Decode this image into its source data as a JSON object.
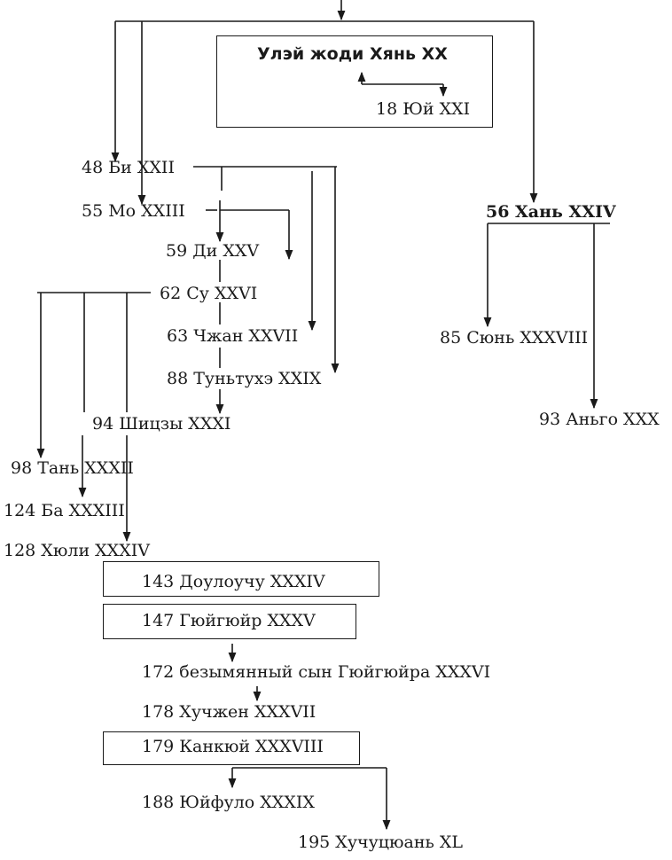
{
  "title_box": {
    "heading": "Улэй жоди Хянь XX",
    "sub": "18 Юй XXI"
  },
  "nodes": {
    "bi": "48 Би XXII",
    "mo": "55 Мо XXIII",
    "di": "59 Ди XXV",
    "su": "62 Су XXVI",
    "chzhan": "63 Чжан XXVII",
    "tuntuhe": "88 Туньтухэ XXIX",
    "shitszy": "94 Шицзы XXXI",
    "tan": "98 Тань XXXII",
    "ba": "124 Ба XXXIII",
    "hyuli": "128 Хюли XXXIV",
    "doulouchu": "143 Доулоучу XXXIV",
    "gyuigyuir": "147 Гюйгюйр XXXV",
    "bezymyanny": "172 безымянный сын Гюйгюйра XXXVI",
    "huchzhen": "178 Хучжен XXXVII",
    "kankyui": "179 Канкюй XXXVIII",
    "yuifulo": "188 Юйфуло XXXIX",
    "huchutsyuan": "195 Хучуцюань XL",
    "khan": "56 Хань XXIV",
    "syun": "85 Сюнь XXXVIII",
    "ango": "93 Аньго XXX"
  }
}
